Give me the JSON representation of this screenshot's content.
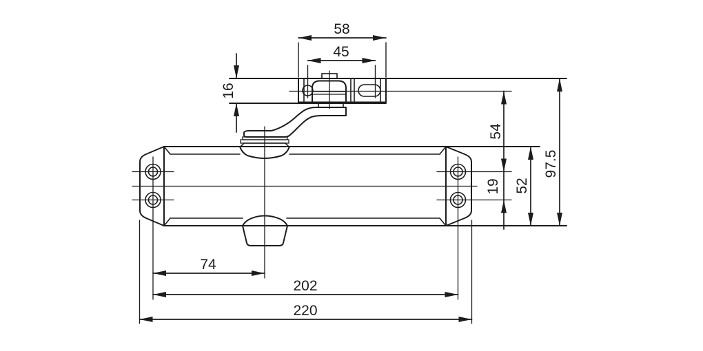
{
  "drawing": {
    "dimensions": {
      "bracket_length": "58",
      "bracket_hole_spacing": "45",
      "arm_height": "16",
      "pivot_axis_to_top_hole_row": "54",
      "overall_height": "97.5",
      "hole_row_spacing": "19",
      "body_height": "52",
      "left_holes_to_spindle": "74",
      "fixing_hole_spacing": "202",
      "overall_length": "220"
    }
  }
}
